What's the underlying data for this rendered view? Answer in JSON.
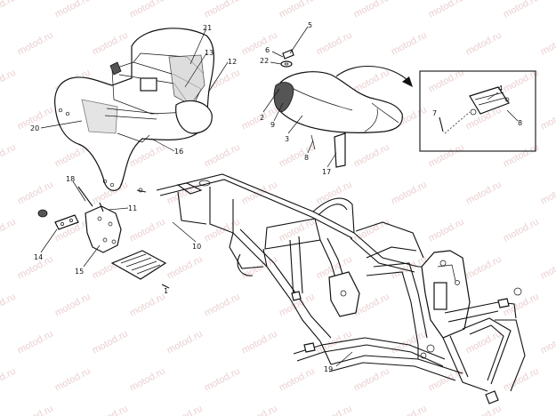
{
  "watermark": "motod.ru",
  "callouts": {
    "c1": "1",
    "c2": "2",
    "c3": "3",
    "c4": "4",
    "c5": "5",
    "c6": "6",
    "c7": "7",
    "c8a": "8",
    "c8b": "8",
    "c9": "9",
    "c10": "10",
    "c11": "11",
    "c12": "12",
    "c13": "13",
    "c14": "14",
    "c15": "15",
    "c16": "16",
    "c17": "17",
    "c18": "18",
    "c19": "19",
    "c20": "20",
    "c21": "21",
    "c22": "22"
  }
}
